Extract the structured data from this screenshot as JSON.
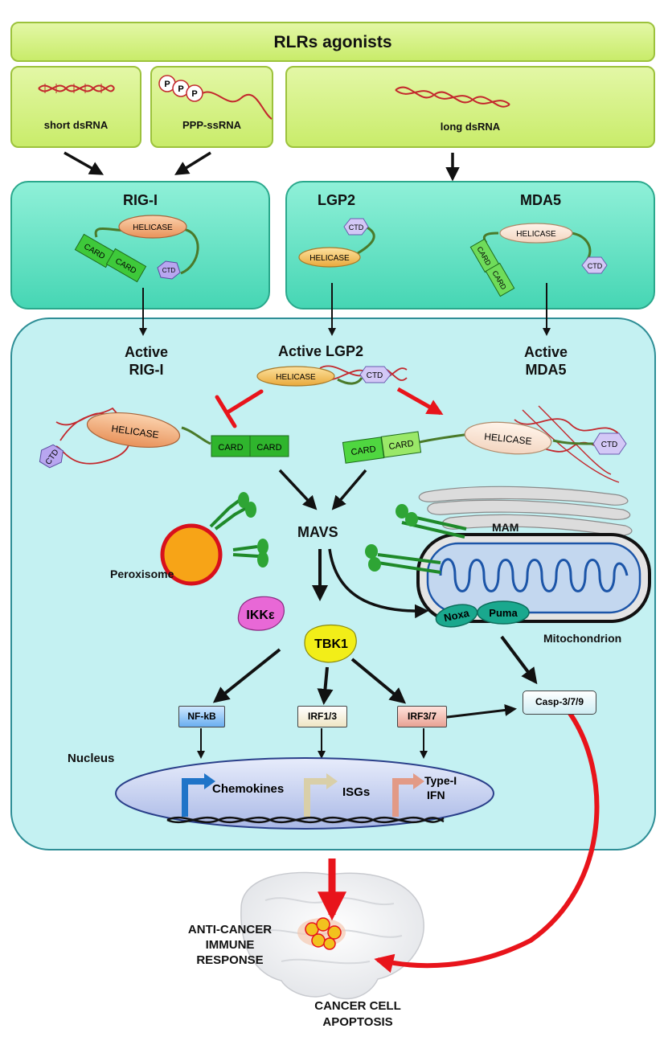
{
  "header": {
    "title": "RLRs agonists"
  },
  "agonists": {
    "short_dsrna": "short dsRNA",
    "ppp_ssrna": "PPP-ssRNA",
    "long_dsrna": "long dsRNA",
    "ppp_letter": "P"
  },
  "receptors": {
    "rigi": "RIG-I",
    "lgp2": "LGP2",
    "mda5": "MDA5"
  },
  "domains": {
    "helicase": "HELICASE",
    "card": "CARD",
    "ctd": "CTD"
  },
  "active": {
    "rigi_line1": "Active",
    "rigi_line2": "RIG-I",
    "lgp2": "Active LGP2",
    "mda5_line1": "Active",
    "mda5_line2": "MDA5"
  },
  "signaling": {
    "mavs": "MAVS",
    "peroxisome": "Peroxisome",
    "mam": "MAM",
    "mitochondrion": "Mitochondrion",
    "noxa": "Noxa",
    "puma": "Puma",
    "ikke": "IKKε",
    "tbk1": "TBK1"
  },
  "transcription": {
    "nfkb": "NF-kB",
    "irf13": "IRF1/3",
    "irf37": "IRF3/7",
    "casp": "Casp-3/7/9"
  },
  "nucleus": {
    "label": "Nucleus",
    "chemokines": "Chemokines",
    "isgs": "ISGs",
    "type_line1": "Type-I",
    "type_line2": "IFN"
  },
  "outcomes": {
    "immune_line1": "ANTI-CANCER",
    "immune_line2": "IMMUNE",
    "immune_line3": "RESPONSE",
    "apoptosis_line1": "CANCER CELL",
    "apoptosis_line2": "APOPTOSIS"
  },
  "colors": {
    "agonist_box": "#d4f28a",
    "receptor_box": "#5fe0c2",
    "cell": "#c4f1f2",
    "arrow": "#111111",
    "red": "#e8141b",
    "helicase": "#f0a872",
    "card": "#3ec93a",
    "ctd": "#b8a6f0"
  }
}
